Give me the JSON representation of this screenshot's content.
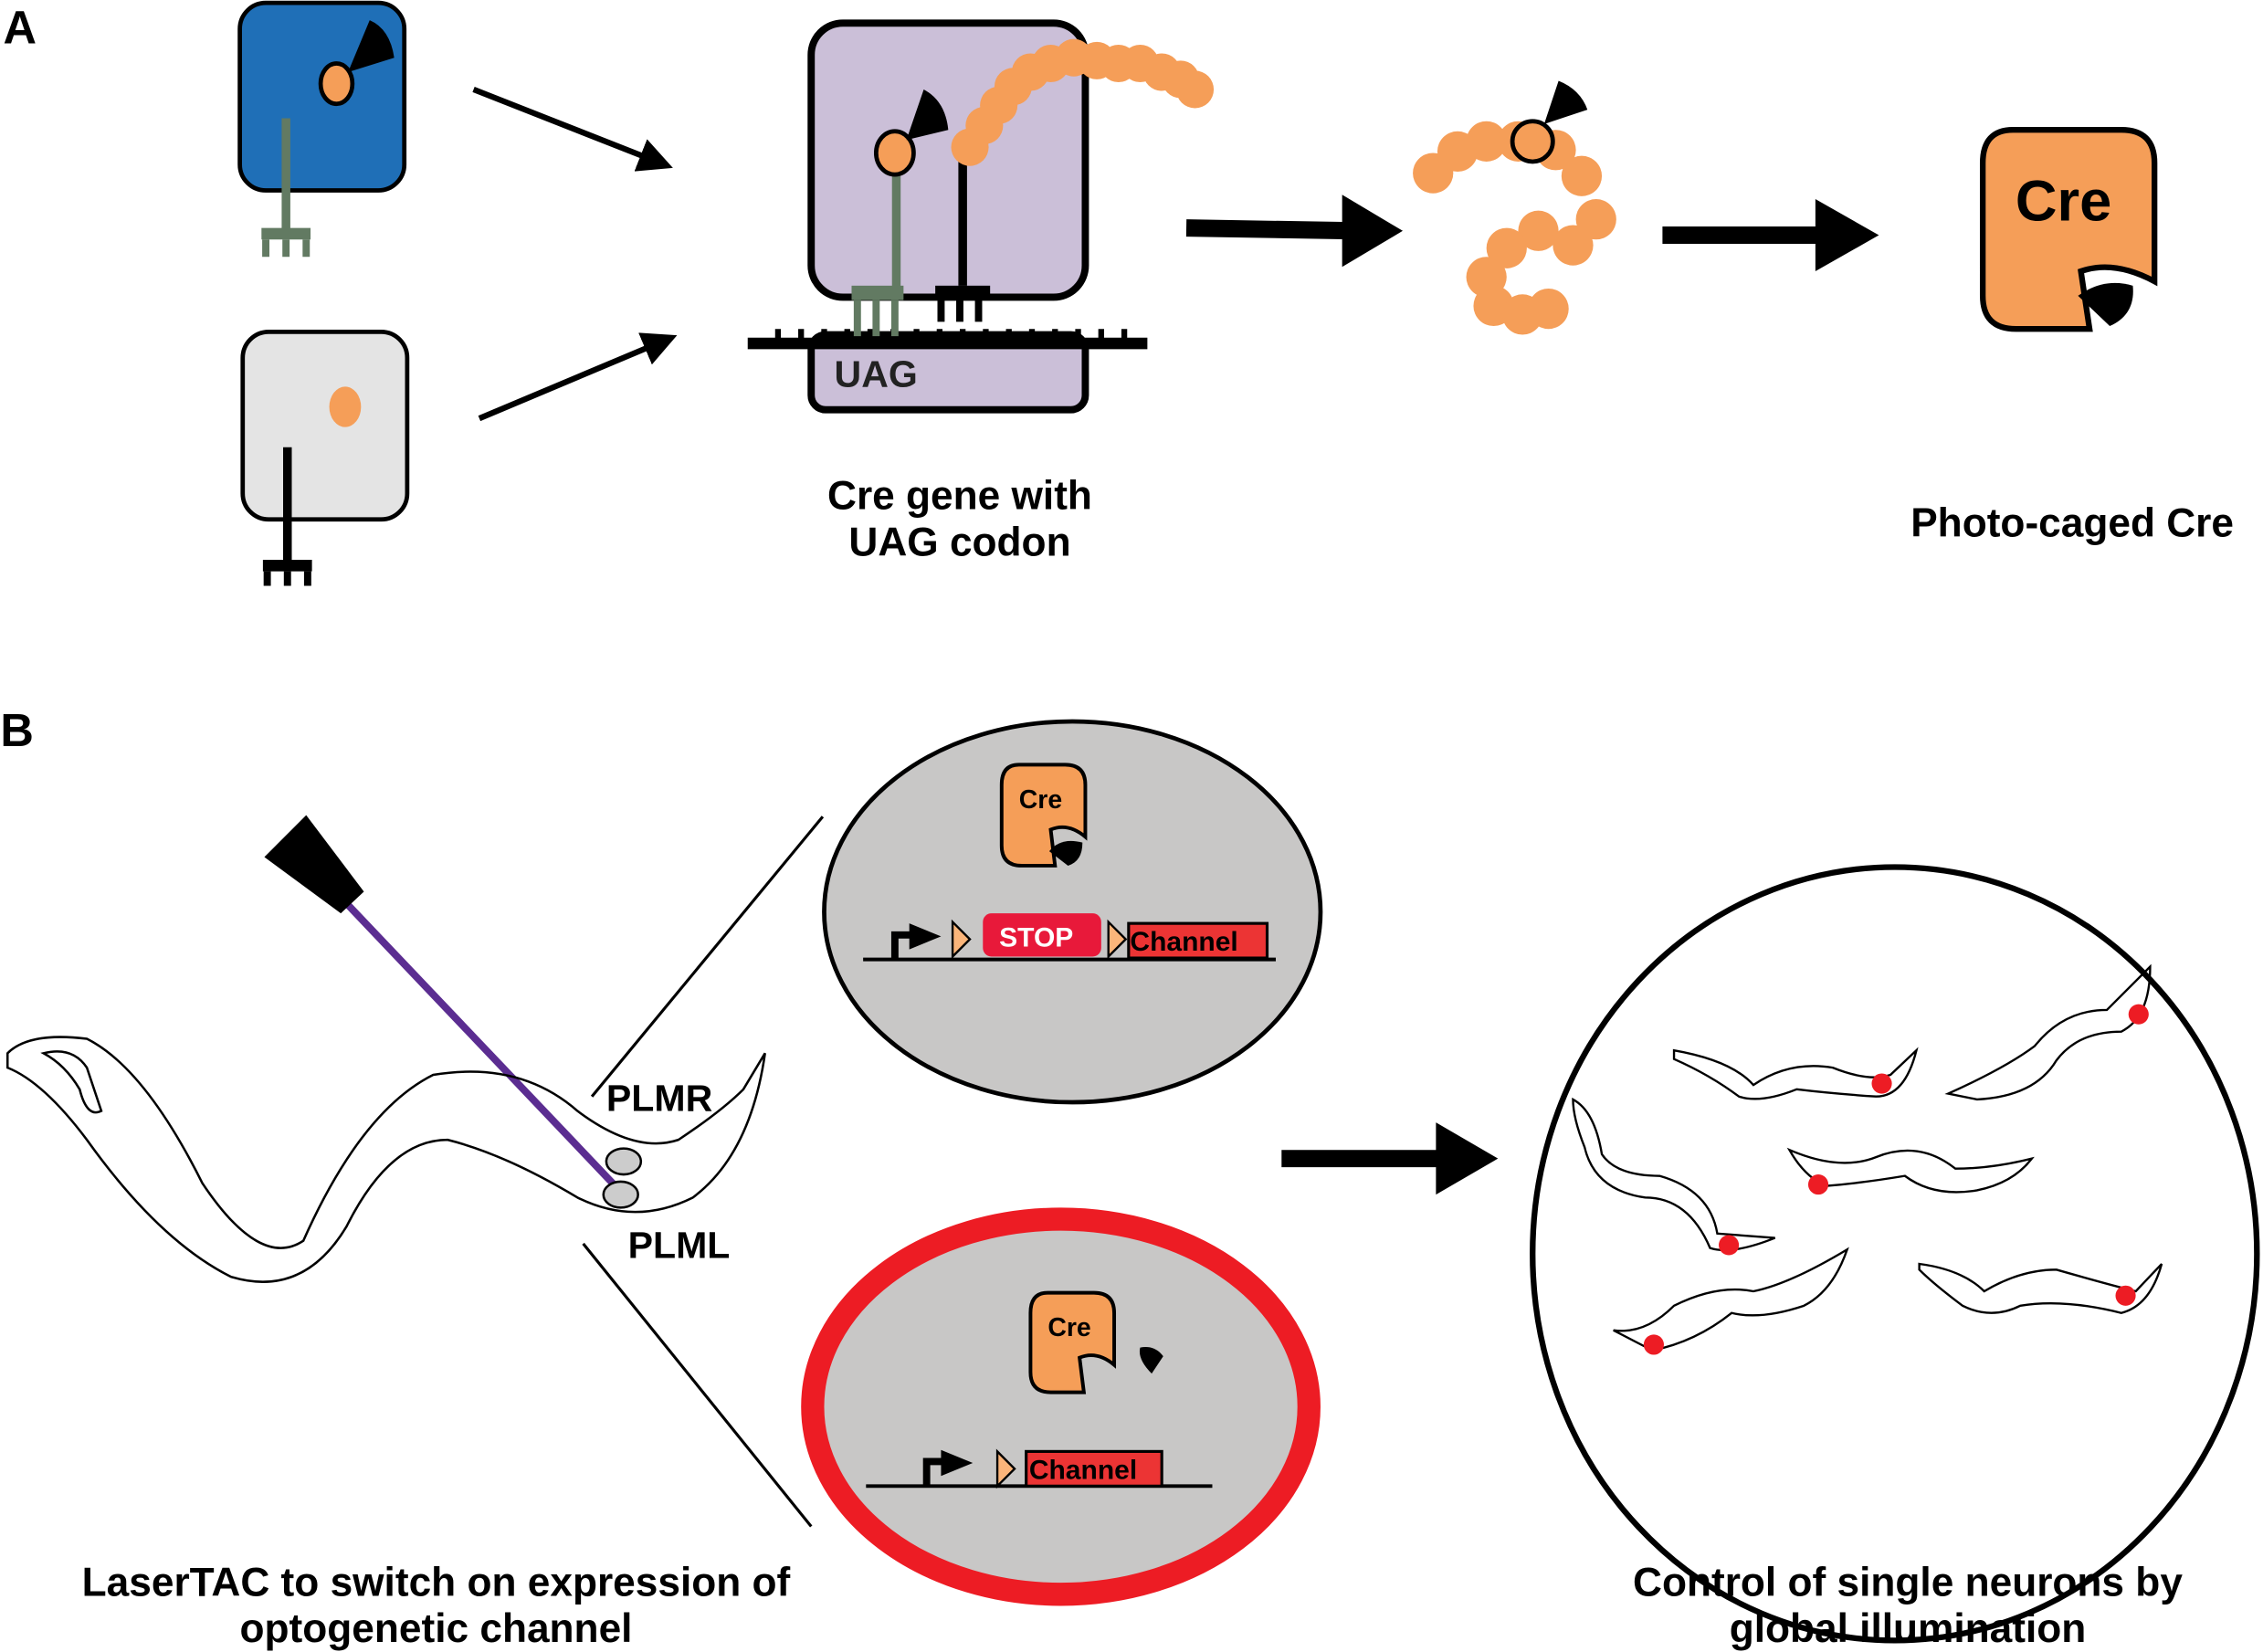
{
  "panel_a": {
    "label": "A",
    "gene_caption_line1": "Cre gene with",
    "gene_caption_line2": "UAG codon",
    "codon": "UAG",
    "product_label": "Cre",
    "product_caption": "Photo-caged Cre"
  },
  "panel_b": {
    "label": "B",
    "neuron_right": "PLMR",
    "neuron_left": "PLML",
    "top_cre": "Cre",
    "stop": "STOP",
    "top_channel": "Channel",
    "bottom_cre": "Cre",
    "bottom_channel": "Channel",
    "left_caption_line1": "LaserTAC to switch on expression of",
    "left_caption_line2": "optogenetic channel",
    "right_caption_line1": "Control of single neurons by",
    "right_caption_line2": "global illumination"
  },
  "colors": {
    "blue_cell": "#1f6fb7",
    "gray_cell": "#e4e4e4",
    "ribosome": "#cbbfd8",
    "orange": "#f59e58",
    "trna_green": "#627a62",
    "stop_red": "#e8193a",
    "channel_red": "#ec3434",
    "laser_purple": "#5b2d91",
    "zoom_gray": "#c8c7c6"
  }
}
